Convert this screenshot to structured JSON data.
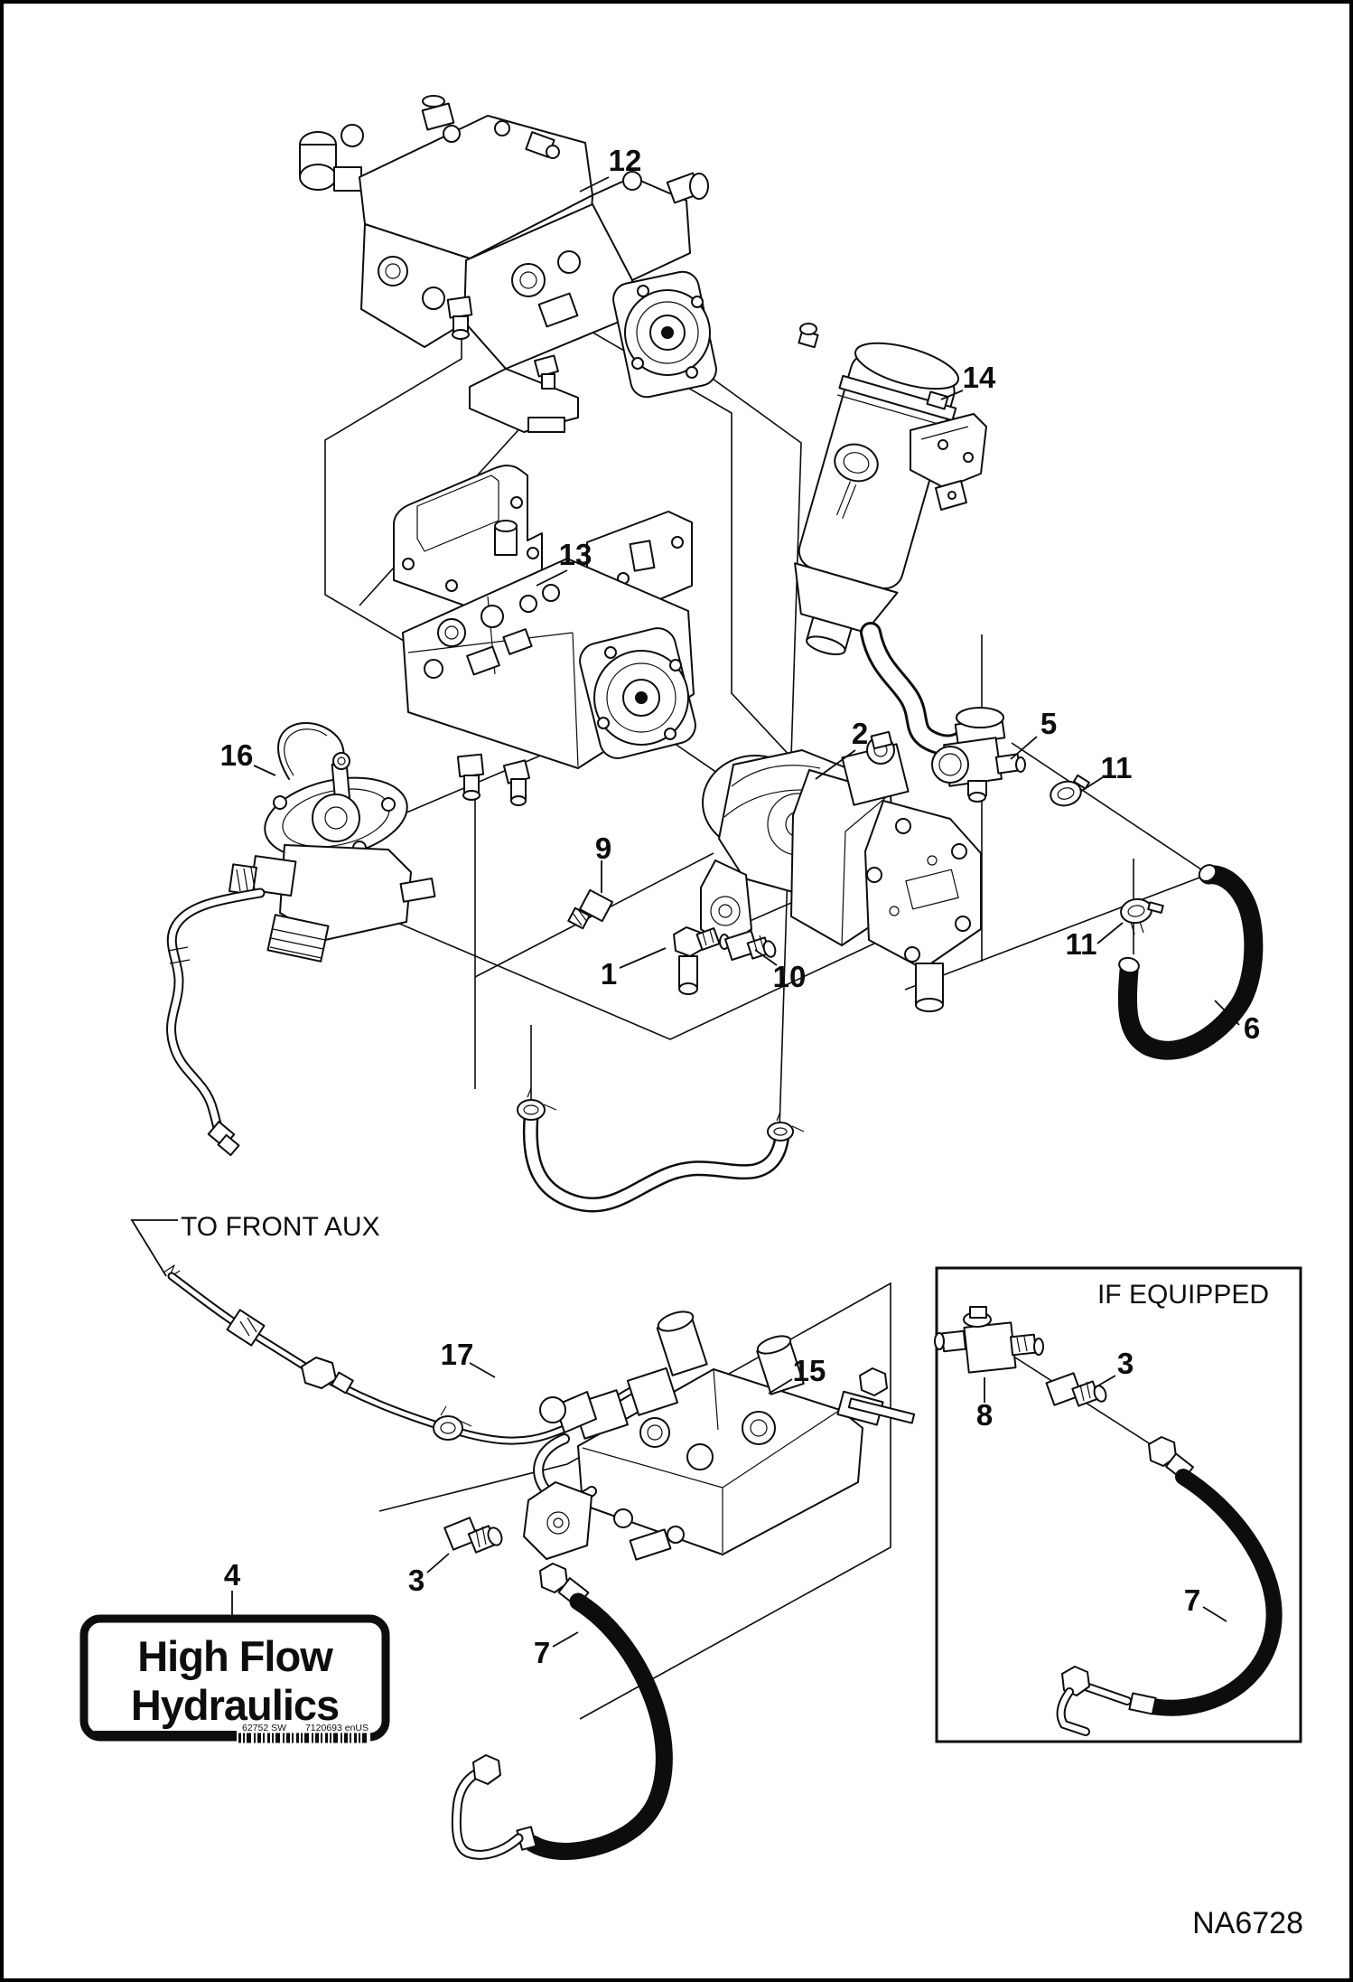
{
  "page": {
    "background": "#ffffff",
    "ink_color": "#0d0d0d",
    "drawing_code": "NA6728"
  },
  "texts": {
    "to_front_aux": "TO FRONT AUX",
    "if_equipped": "IF EQUIPPED",
    "drawing_code": "NA6728"
  },
  "decal": {
    "line1": "High Flow",
    "line2": "Hydraulics",
    "code_left": "62752 SW",
    "code_right": "7120693 enUS"
  },
  "callouts": {
    "n1": "1",
    "n2": "2",
    "n3": "3",
    "n3b": "3",
    "n4": "4",
    "n5": "5",
    "n6": "6",
    "n7": "7",
    "n7b": "7",
    "n8": "8",
    "n9": "9",
    "n10": "10",
    "n11a": "11",
    "n11b": "11",
    "n12": "12",
    "n13": "13",
    "n14": "14",
    "n15": "15",
    "n16": "16",
    "n17": "17"
  }
}
